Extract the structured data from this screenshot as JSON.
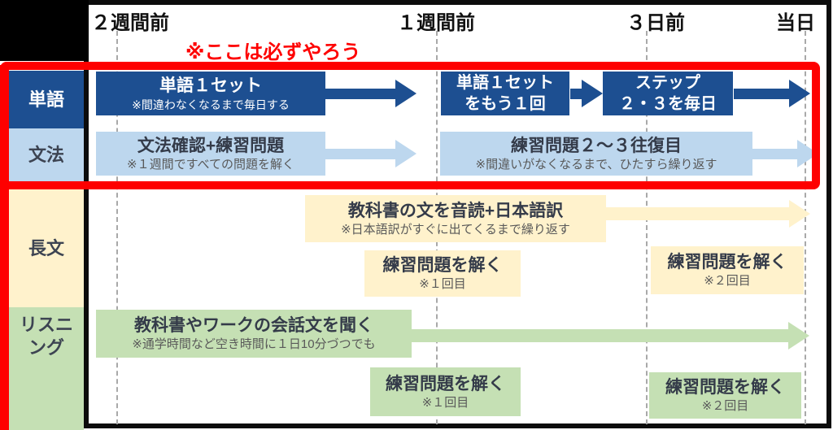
{
  "header": {
    "ticks": [
      "２週間前",
      "１週間前",
      "３日前",
      "当日"
    ],
    "annotation": "※ここは必ずやろう"
  },
  "rows": [
    {
      "label": "単語",
      "boxes": {
        "set1": {
          "title": "単語１セット",
          "subtitle": "※間違わなくなるまで毎日する"
        },
        "set2": {
          "line1": "単語１セット",
          "line2": "をもう１回"
        },
        "step": {
          "line1": "ステップ",
          "line2": "２・３を毎日"
        }
      }
    },
    {
      "label": "文法",
      "boxes": {
        "check": {
          "title": "文法確認+練習問題",
          "subtitle": "※１週間ですべての問題を解く"
        },
        "repeat": {
          "title": "練習問題２～３往復目",
          "subtitle": "※間違いがなくなるまで、ひたすら繰り返す"
        }
      }
    },
    {
      "label": "長文",
      "boxes": {
        "read": {
          "title": "教科書の文を音読+日本語訳",
          "subtitle": "※日本語訳がすぐに出てくるまで繰り返す"
        },
        "practice1": {
          "title": "練習問題を解く",
          "subtitle": "※１回目"
        },
        "practice2": {
          "title": "練習問題を解く",
          "subtitle": "※２回目"
        }
      }
    },
    {
      "label": "リスニング",
      "boxes": {
        "listen": {
          "title": "教科書やワークの会話文を聞く",
          "subtitle": "※通学時間など空き時間に１日10分づつでも"
        },
        "practice1": {
          "title": "練習問題を解く",
          "subtitle": "※１回目"
        },
        "practice2": {
          "title": "練習問題を解く",
          "subtitle": "※２回目"
        }
      }
    }
  ],
  "colors": {
    "dark_blue": "#1D4F91",
    "light_blue": "#BDD7EE",
    "cream": "#FFF2CC",
    "green": "#C5E0B4",
    "red": "#FE0000"
  }
}
